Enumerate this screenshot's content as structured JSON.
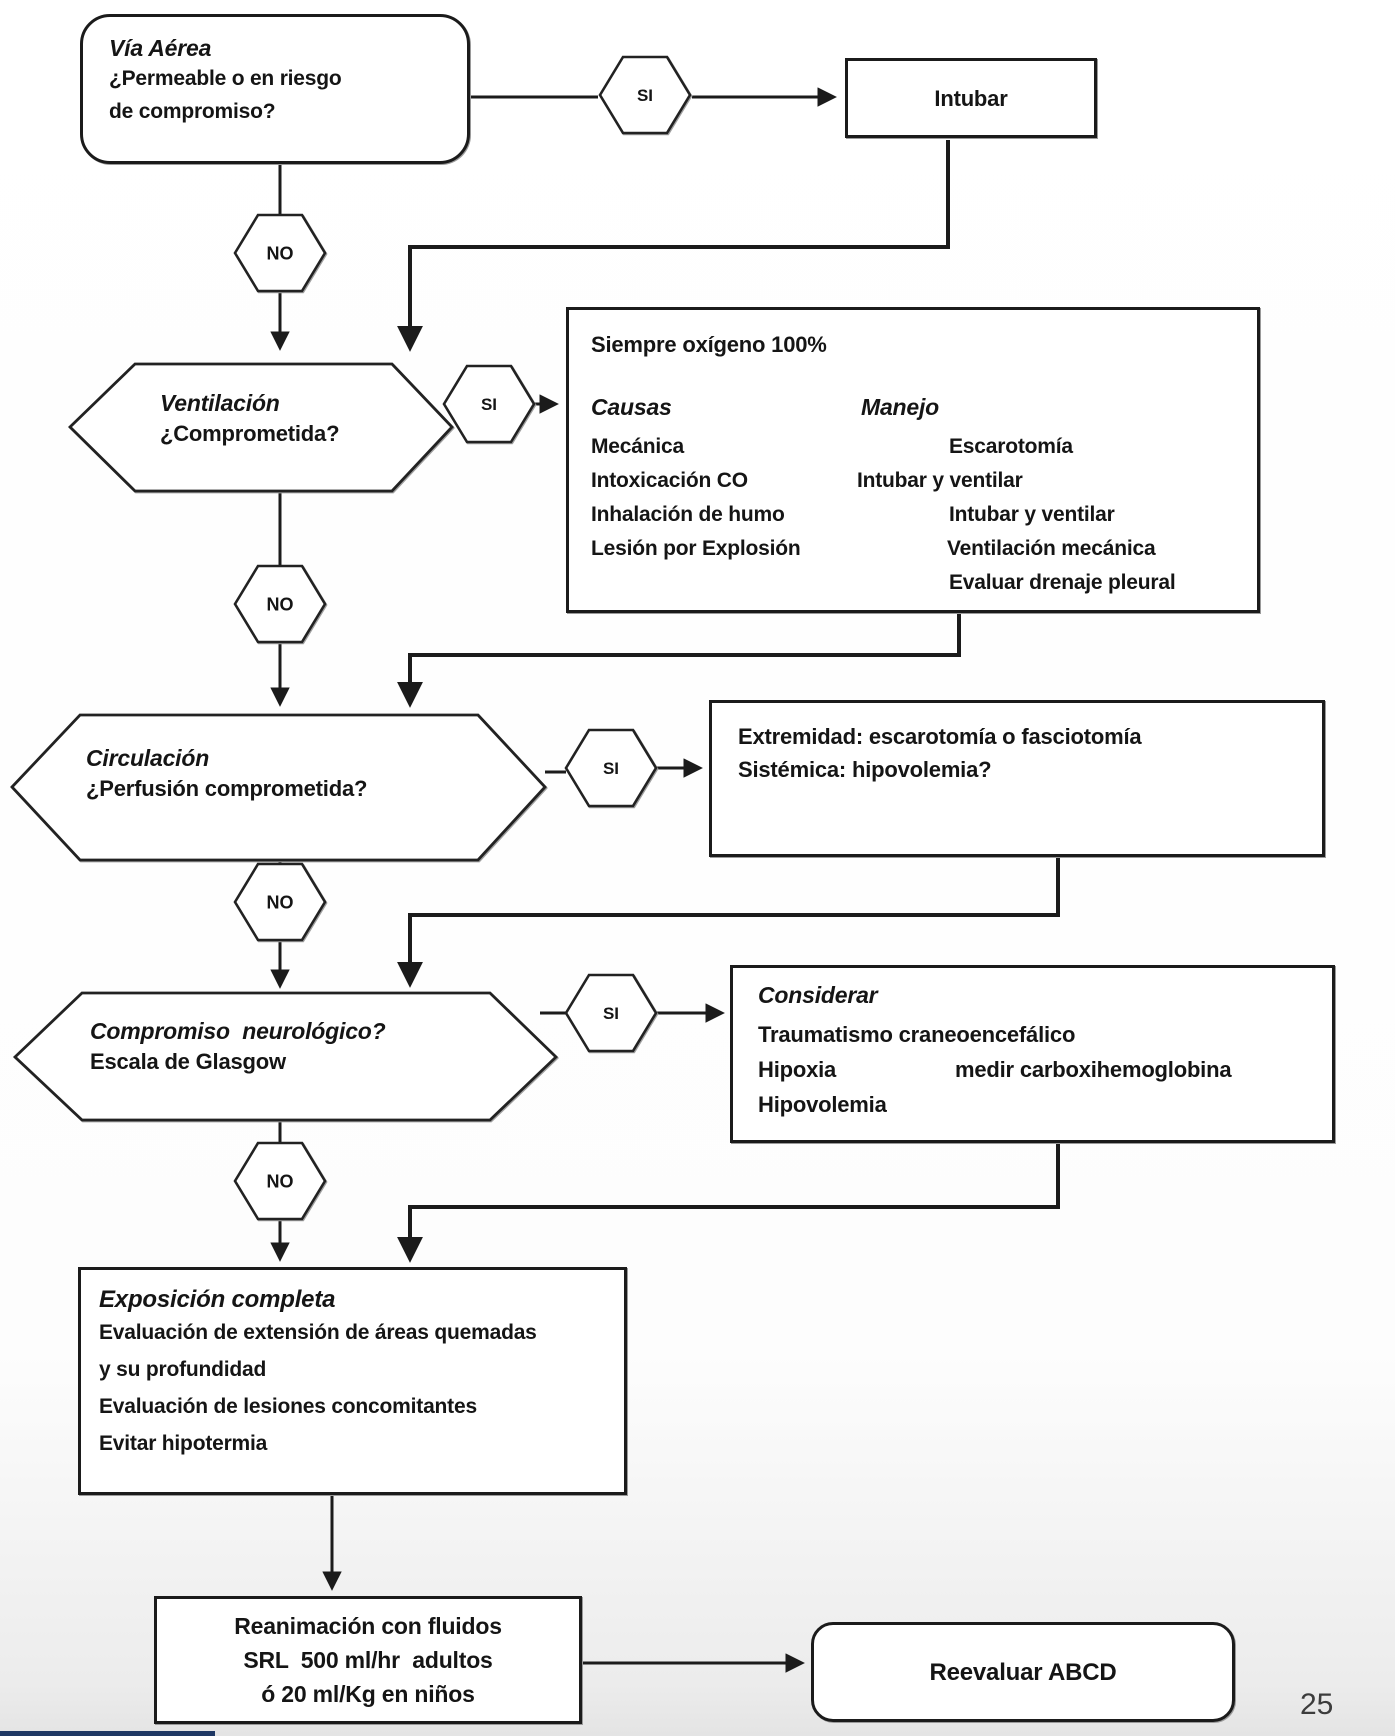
{
  "page": {
    "number": "25"
  },
  "labels": {
    "yes": "SI",
    "no": "NO"
  },
  "colors": {
    "line": "#1b1b1b",
    "background": "#ffffff",
    "accent_bar": "#1f3864"
  },
  "nodes": {
    "via_aerea": {
      "title": "Vía Aérea",
      "line1": "¿Permeable o en riesgo",
      "line2": "de compromiso?"
    },
    "intubar": {
      "label": "Intubar"
    },
    "ventilacion": {
      "title": "Ventilación",
      "question": "¿Comprometida?"
    },
    "oxigeno": {
      "header": "Siempre oxígeno 100%",
      "causas_title": "Causas",
      "manejo_title": "Manejo",
      "causas": [
        "Mecánica",
        "Intoxicación CO",
        "Inhalación de humo",
        "Lesión por Explosión"
      ],
      "manejo": [
        "Escarotomía",
        "Intubar y ventilar",
        "Intubar y ventilar",
        "Ventilación mecánica",
        "Evaluar drenaje pleural"
      ]
    },
    "circulacion": {
      "title": "Circulación",
      "question": "¿Perfusión comprometida?"
    },
    "extremidad": {
      "line1": "Extremidad: escarotomía o fasciotomía",
      "line2": "Sistémica: hipovolemia?"
    },
    "neurologico": {
      "title": "Compromiso  neurológico?",
      "subtitle": "Escala de Glasgow"
    },
    "considerar": {
      "title": "Considerar",
      "line1": "Traumatismo craneoencefálico",
      "line2a": "Hipoxia",
      "line2b": "medir carboxihemoglobina",
      "line3": "Hipovolemia"
    },
    "exposicion": {
      "title": "Exposición completa",
      "lines": [
        "Evaluación de extensión de áreas quemadas",
        "y su profundidad",
        "Evaluación de lesiones concomitantes",
        "Evitar hipotermia"
      ]
    },
    "reanimacion": {
      "lines": [
        "Reanimación con fluidos",
        "SRL  500 ml/hr  adultos",
        "ó 20 ml/Kg en niños"
      ]
    },
    "reevaluar": {
      "label": "Reevaluar ABCD"
    }
  }
}
